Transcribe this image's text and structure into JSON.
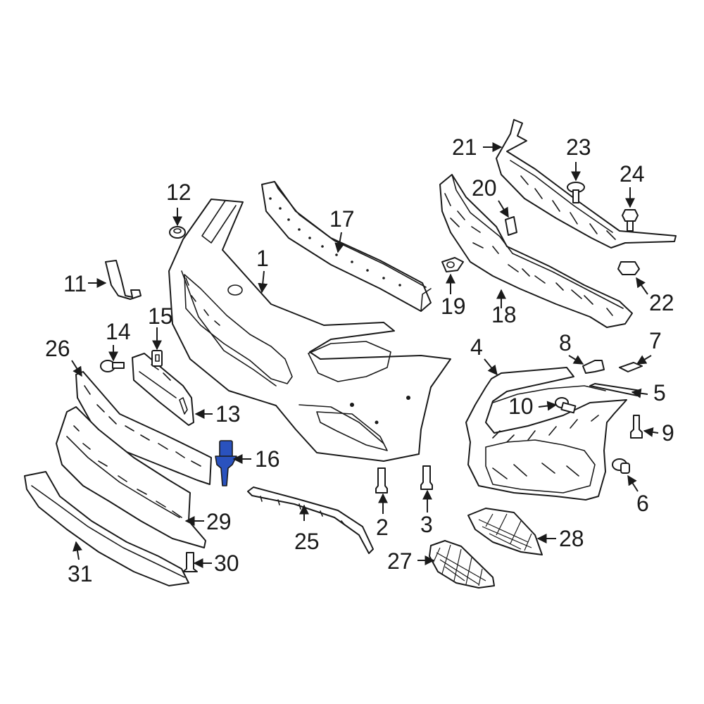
{
  "diagram": {
    "highlight_color": "#2a52be",
    "highlighted_part": "16",
    "callouts": [
      "1",
      "2",
      "3",
      "4",
      "5",
      "6",
      "7",
      "8",
      "9",
      "10",
      "11",
      "12",
      "13",
      "14",
      "15",
      "16",
      "17",
      "18",
      "19",
      "20",
      "21",
      "22",
      "23",
      "24",
      "25",
      "26",
      "27",
      "28",
      "29",
      "30",
      "31"
    ]
  }
}
